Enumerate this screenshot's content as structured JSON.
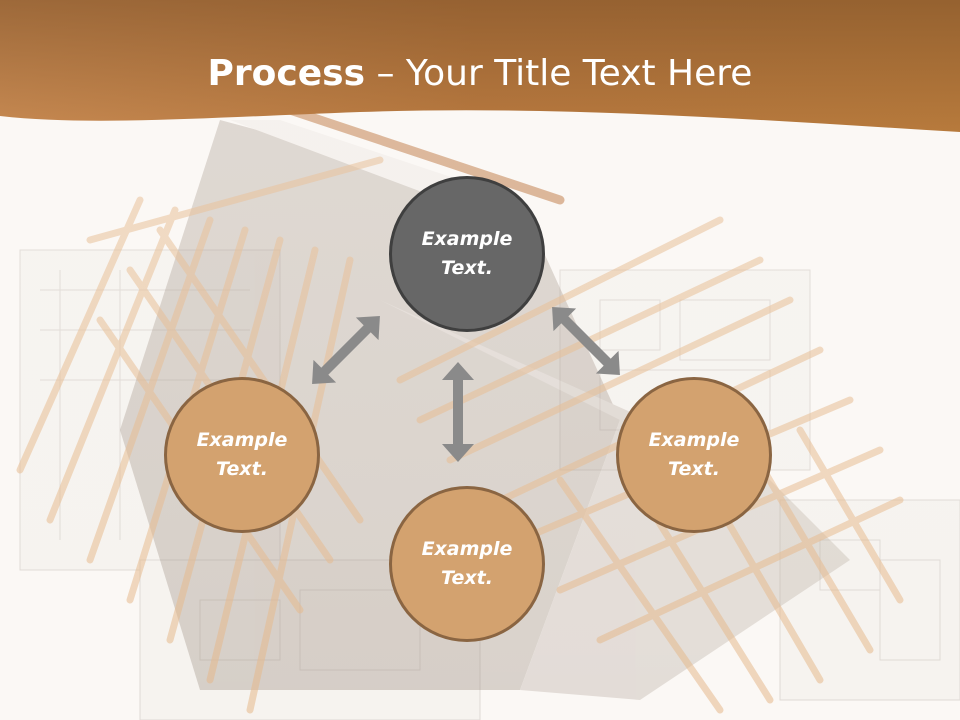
{
  "slide": {
    "title_bold": "Process",
    "title_rest": " – Your Title Text Here"
  },
  "colors": {
    "header_band": "#b77a3c",
    "circle_dark": "#676767",
    "circle_tan": "#d3a26f",
    "arrow": "#8a8a8a"
  },
  "process": {
    "top": {
      "text": "Example\nText."
    },
    "left": {
      "text": "Example\nText."
    },
    "right": {
      "text": "Example\nText."
    },
    "bottom": {
      "text": "Example\nText."
    }
  },
  "icons": {
    "connector": "double-arrow-icon",
    "background": "roof-frame-blueprint-image"
  }
}
